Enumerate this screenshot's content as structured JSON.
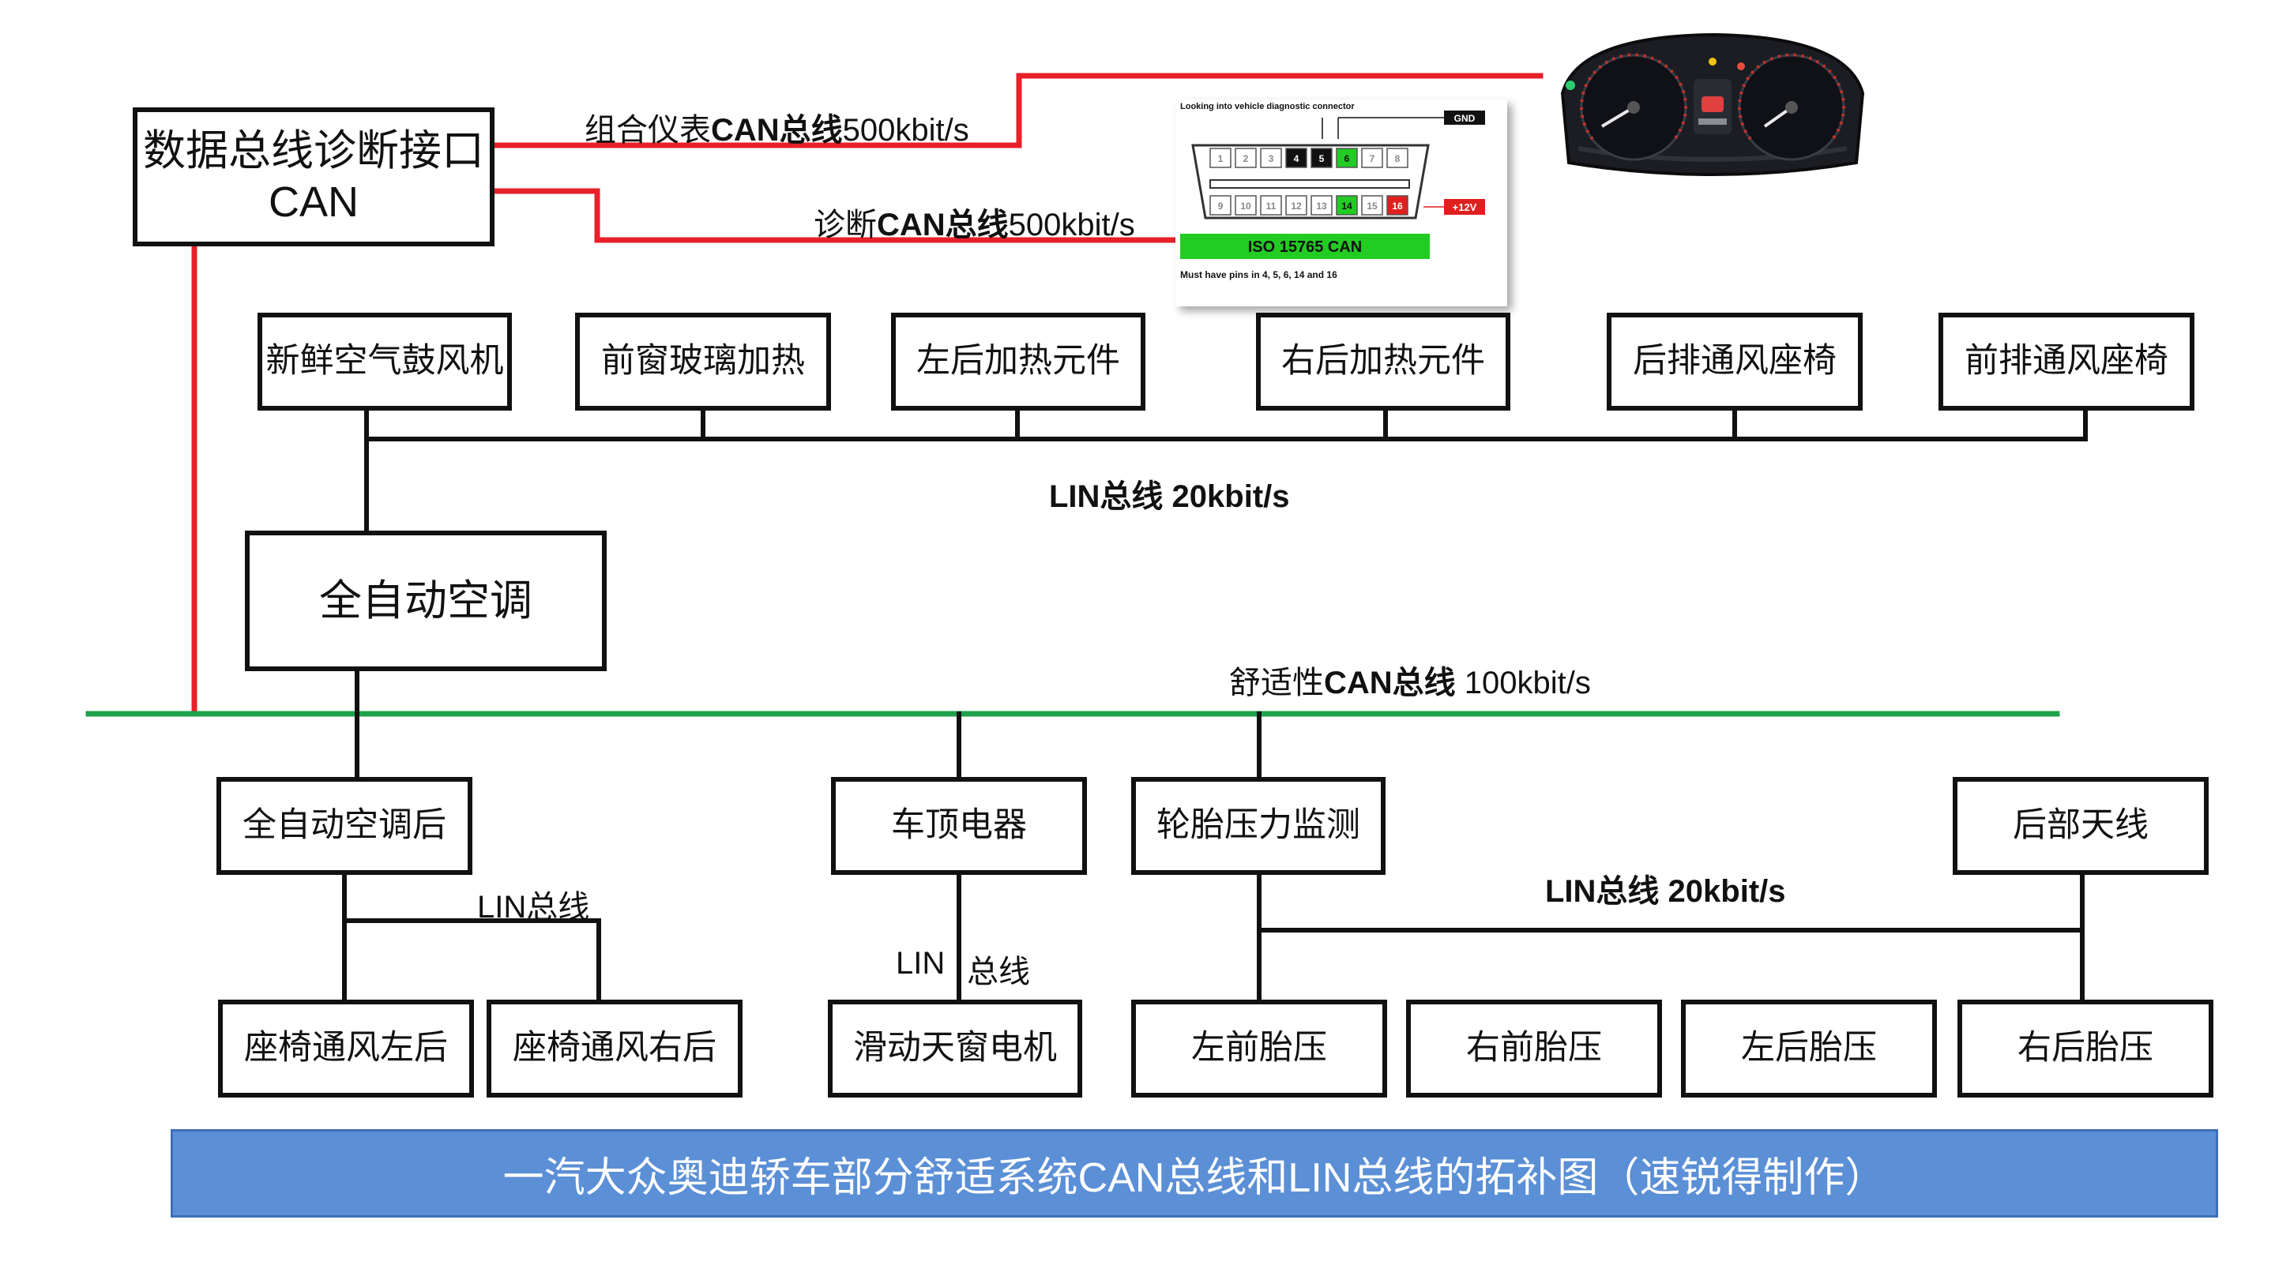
{
  "gateway": {
    "line1": "数据总线诊断接口",
    "line2": "CAN"
  },
  "labels": {
    "cluster_can_pre": "组合仪表",
    "cluster_can_bold": "CAN总线",
    "cluster_can_post": "500kbit/s",
    "diag_can_pre": "诊断",
    "diag_can_bold": "CAN总线",
    "diag_can_post": "500kbit/s",
    "lin_top": "LIN总线 20kbit/s",
    "comfort_can_pre": "舒适性",
    "comfort_can_bold": "CAN总线",
    "comfort_can_post": " 100kbit/s",
    "lin_rear_ac": "LIN总线",
    "lin_roof_a": "LIN",
    "lin_roof_b": "总线",
    "lin_tire": "LIN总线 20kbit/s"
  },
  "top_modules": [
    "新鲜空气鼓风机",
    "前窗玻璃加热",
    "左后加热元件",
    "右后加热元件",
    "后排通风座椅",
    "前排通风座椅"
  ],
  "climate": "全自动空调",
  "mid_modules": [
    "全自动空调后",
    "车顶电器",
    "轮胎压力监测",
    "后部天线"
  ],
  "bottom_modules": [
    "座椅通风左后",
    "座椅通风右后",
    "滑动天窗电机",
    "左前胎压",
    "右前胎压",
    "左后胎压",
    "右后胎压"
  ],
  "banner": "一汽大众奥迪轿车部分舒适系统CAN总线和LIN总线的拓补图（速锐得制作）",
  "obd": {
    "header": "Looking into vehicle diagnostic connector",
    "gnd": "GND",
    "v12": "+12V",
    "top_pins": [
      "1",
      "2",
      "3",
      "4",
      "5",
      "6",
      "7",
      "8"
    ],
    "bottom_pins": [
      "9",
      "10",
      "11",
      "12",
      "13",
      "14",
      "15",
      "16"
    ],
    "standard": "ISO 15765 CAN",
    "note": "Must have pins in 4, 5, 6, 14 and 16"
  },
  "colors": {
    "can_diag": "#e8202a",
    "can_comfort": "#1ea24a",
    "lin": "#111111",
    "banner": "#5b8fd6",
    "obd_green": "#22cc22",
    "obd_red": "#e0201e"
  }
}
